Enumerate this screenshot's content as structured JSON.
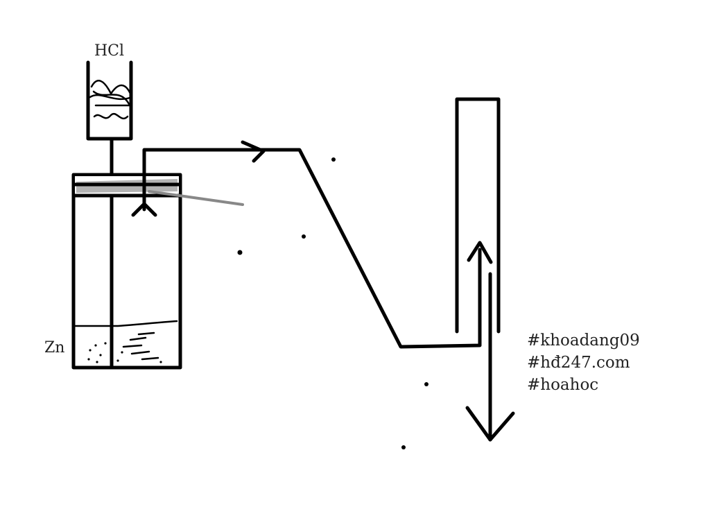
{
  "labels": {
    "acid": "HCl",
    "metal": "Zn"
  },
  "tags": [
    "#khoadang09",
    "#hđ247.com",
    "#hoahoc"
  ]
}
